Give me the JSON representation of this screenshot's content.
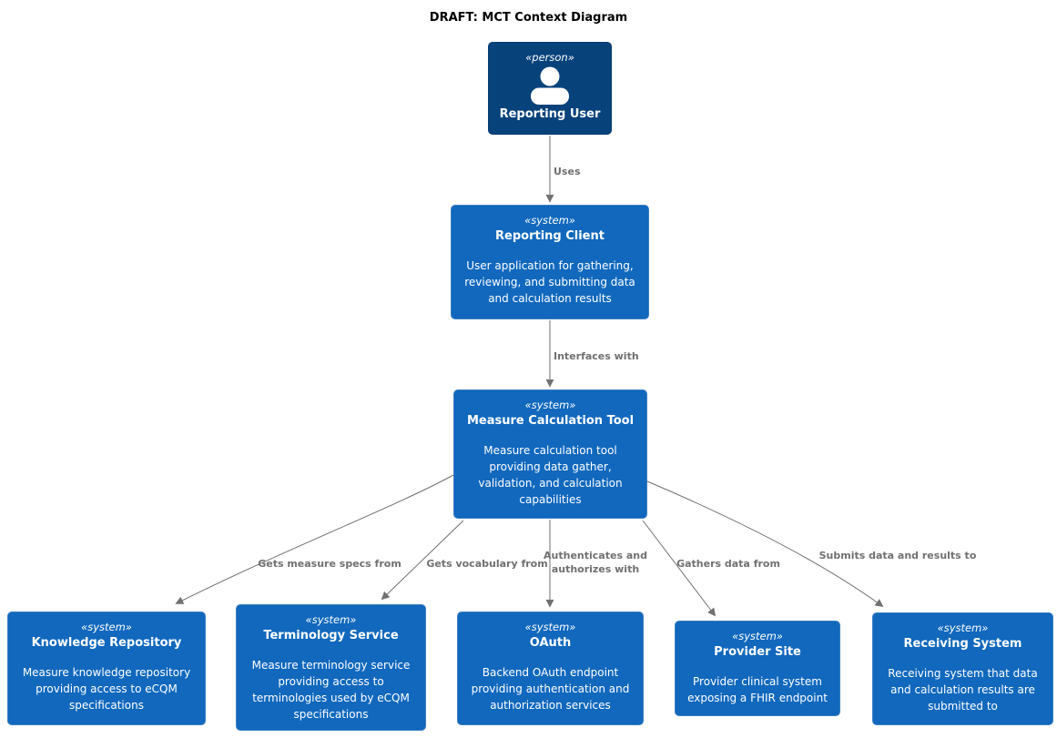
{
  "title": "DRAFT: MCT Context Diagram",
  "colors": {
    "title_color": "#000000",
    "person_fill": "#08427B",
    "person_border": "#073B6F",
    "system_fill": "#1168BD",
    "system_border": "#3C7FC0",
    "node_text": "#FFFFFF",
    "line": "#707070",
    "label": "#707070"
  },
  "nodes": {
    "reporting_user": {
      "stereotype": "«person»",
      "name": "Reporting User"
    },
    "reporting_client": {
      "stereotype": "«system»",
      "name": "Reporting Client",
      "description": "User application for gathering, reviewing, and submitting data and calculation results"
    },
    "measure_calculation_tool": {
      "stereotype": "«system»",
      "name": "Measure Calculation Tool",
      "description": "Measure calculation tool providing data gather, validation, and calculation capabilities"
    },
    "knowledge_repository": {
      "stereotype": "«system»",
      "name": "Knowledge Repository",
      "description": "Measure knowledge repository providing access to eCQM specifications"
    },
    "terminology_service": {
      "stereotype": "«system»",
      "name": "Terminology Service",
      "description": "Measure terminology service providing access to terminologies used by eCQM specifications"
    },
    "oauth": {
      "stereotype": "«system»",
      "name": "OAuth",
      "description": "Backend OAuth endpoint providing authentication and authorization services"
    },
    "provider_site": {
      "stereotype": "«system»",
      "name": "Provider Site",
      "description": "Provider clinical system exposing a FHIR endpoint"
    },
    "receiving_system": {
      "stereotype": "«system»",
      "name": "Receiving System",
      "description": "Receiving system that data and calculation results are submitted to"
    }
  },
  "edges": {
    "uses": {
      "label": "Uses"
    },
    "interfaces_with": {
      "label": "Interfaces with"
    },
    "gets_measure_specs": {
      "label": "Gets measure specs from"
    },
    "gets_vocabulary": {
      "label": "Gets vocabulary from"
    },
    "authenticates": {
      "label": "Authenticates and authorizes with"
    },
    "gathers_data": {
      "label": "Gathers data from"
    },
    "submits_data": {
      "label": "Submits data and results to"
    }
  }
}
